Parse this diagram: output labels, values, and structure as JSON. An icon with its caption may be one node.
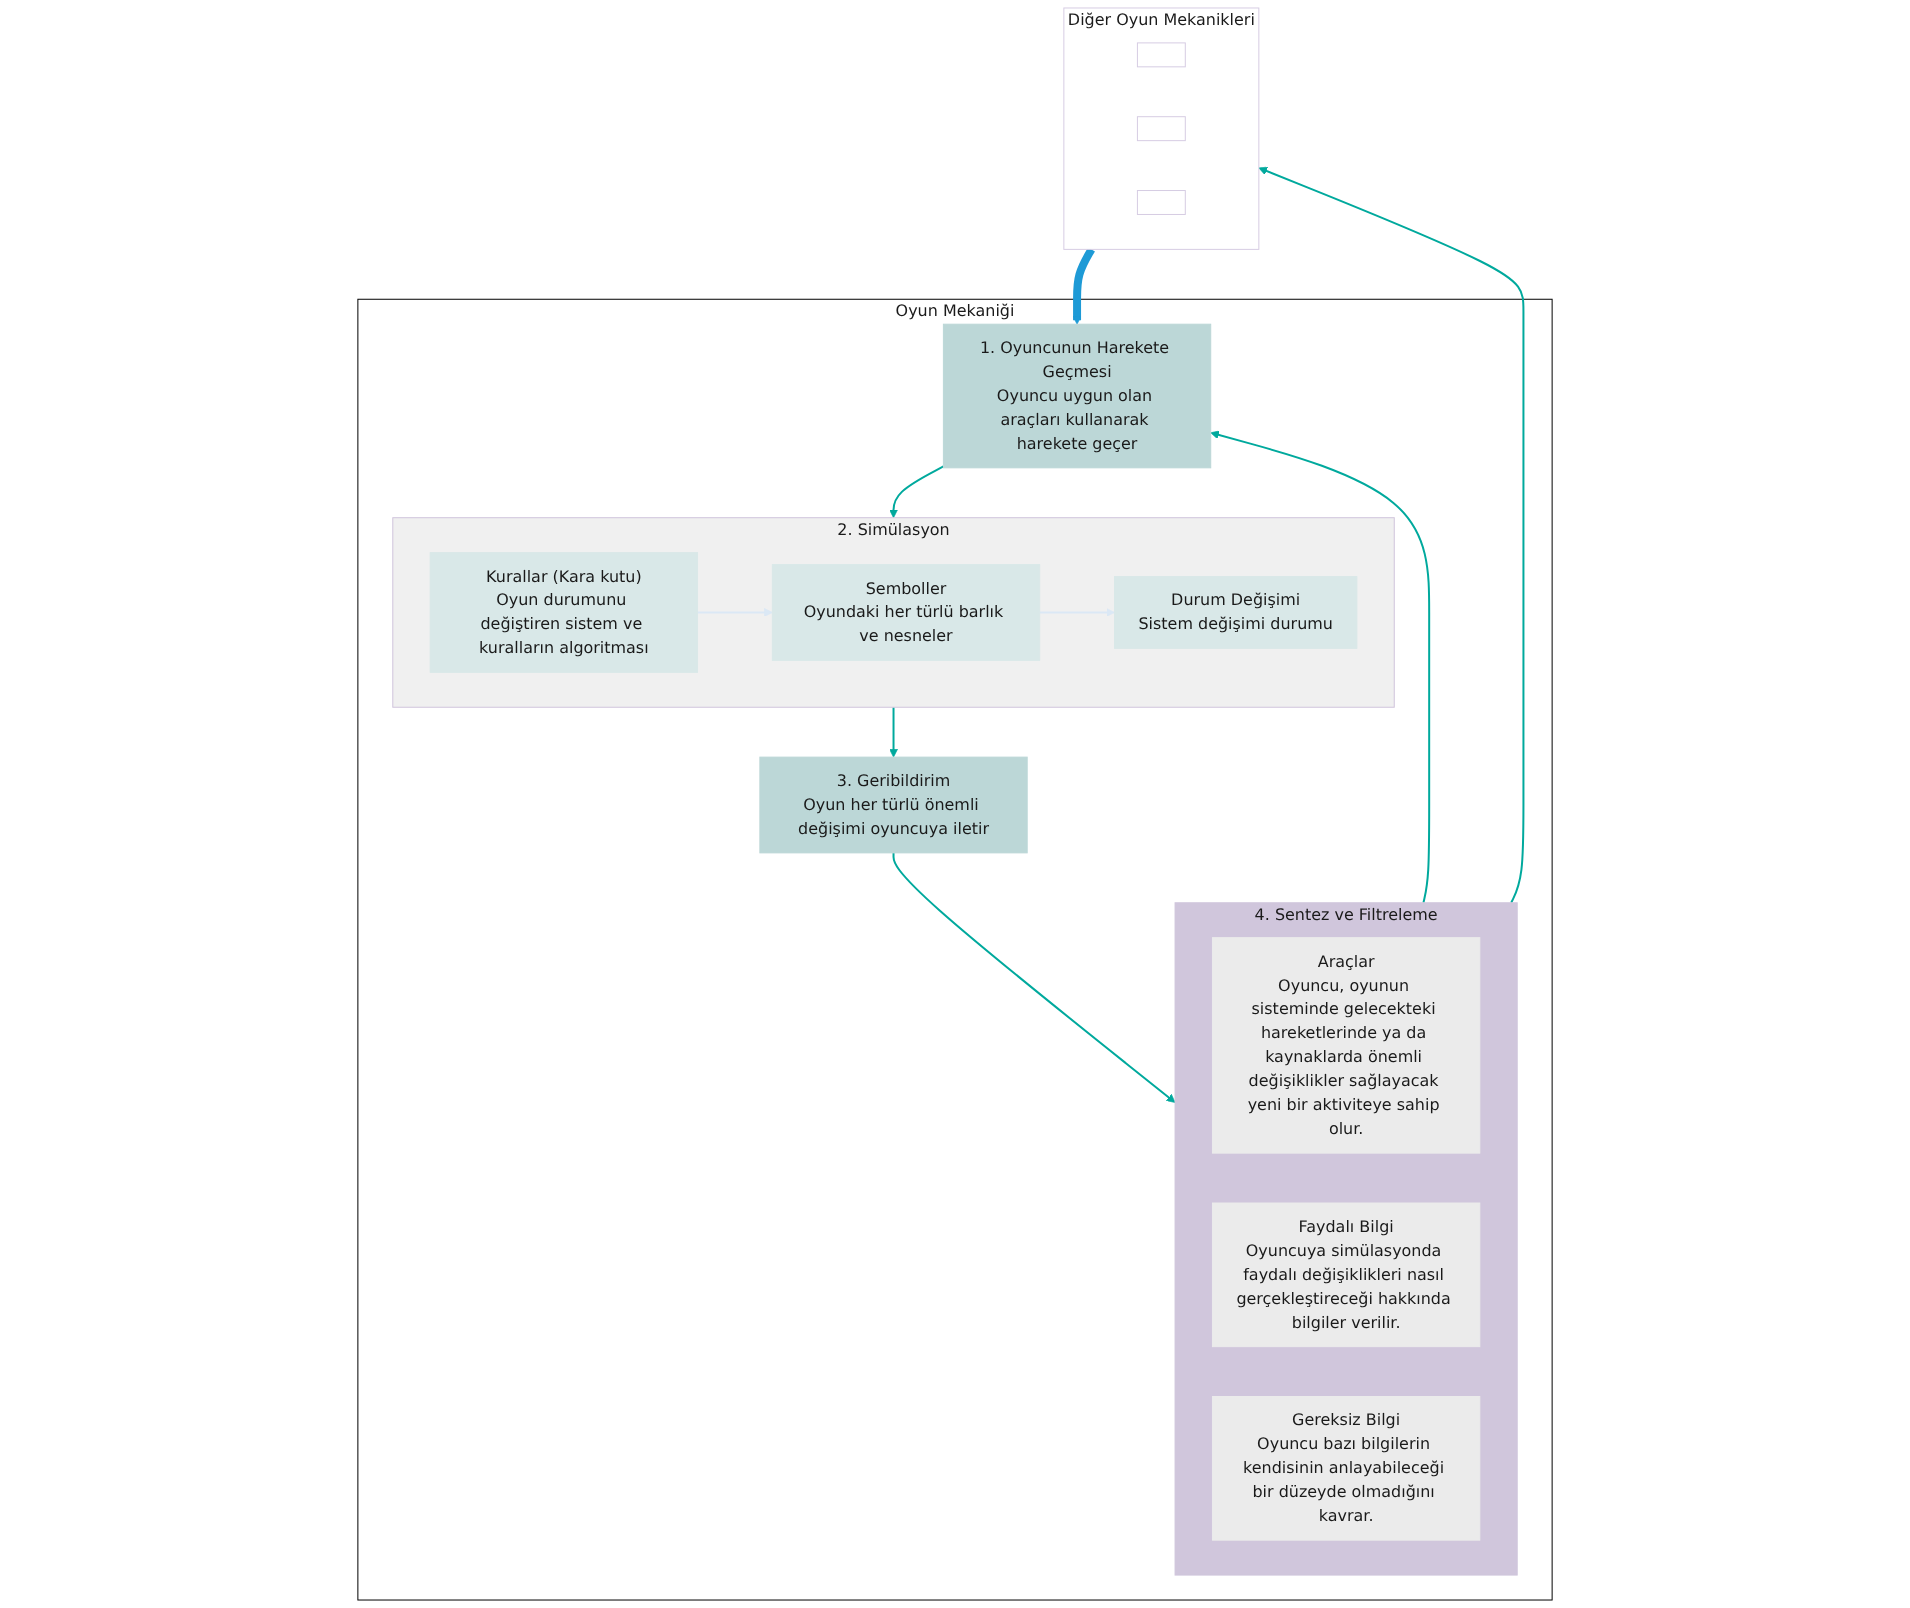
{
  "diagram": {
    "nodes": [
      {
        "text": [
          "Oyun Mekaniği"
        ]
      },
      {
        "text": [
          "1. Oyuncunun Harekete Geçmesi",
          "Oyuncu uygun olan araçları kullanarak harekete geçer"
        ],
        "in": 0
      },
      {
        "text": [
          "2. Simülasyon"
        ],
        "in": 0
      },
      {
        "text": [
          "Kurallar (Kara kutu)",
          "Oyun durumunu değiştiren sistem ve kuralların algoritması"
        ],
        "in": 2
      },
      {
        "text": [
          "Semboller",
          "Oyundaki her türlü barlık ve nesneler"
        ],
        "in": 2
      },
      {
        "text": [
          "Durum Değişimi",
          "Sistem değişimi durumu"
        ],
        "in": 2
      },
      {
        "text": [
          "3. Geribildirim",
          "Oyun her türlü önemli değişimi oyuncuya iletir"
        ],
        "in": 0
      },
      {
        "text": [
          "4. Sentez ve Filtreleme"
        ],
        "in": 0
      },
      {
        "text": [
          "Araçlar",
          "Oyuncu, oyunun sisteminde gelecekteki hareketlerinde ya da kaynaklarda önemli değişiklikler sağlayacak yeni bir aktiviteye sahip olur."
        ],
        "in": 7
      },
      {
        "text": [
          "Faydalı Bilgi",
          "Oyuncuya simülasyonda faydalı değişiklikleri nasıl gerçekleştireceği hakkında bilgiler verilir."
        ],
        "in": 7
      },
      {
        "text": [
          "Gereksiz Bilgi",
          "Oyuncu bazı bilgilerin kendisinin anlayabileceği bir düzeyde olmadığını kavrar."
        ],
        "in": 7
      },
      {
        "text": [
          "Diğer Oyun Mekanikleri"
        ]
      },
      {
        "text": [],
        "shape": "box",
        "in": 11
      },
      {
        "text": [],
        "shape": "box",
        "in": 11
      },
      {
        "text": [],
        "shape": "box",
        "in": 11
      }
    ],
    "edges": [
      {
        "from": 1,
        "to": 2,
        "arrow": "to"
      },
      {
        "from": 3,
        "to": 4,
        "arrow": "to",
        "color": "#dbe8f5"
      },
      {
        "from": 4,
        "to": 5,
        "arrow": "to",
        "color": "#dbe8f5"
      },
      {
        "from": 2,
        "to": 6,
        "arrow": "to"
      },
      {
        "from": 6,
        "to": 7,
        "arrow": "to"
      },
      {
        "from": 7,
        "to": 1,
        "arrow": "to"
      },
      {
        "from": 7,
        "to": 11,
        "arrow": "to"
      },
      {
        "from": 11,
        "to": 1,
        "arrow": "to",
        "style": "thick",
        "color": "#1e9ad6"
      }
    ]
  }
}
